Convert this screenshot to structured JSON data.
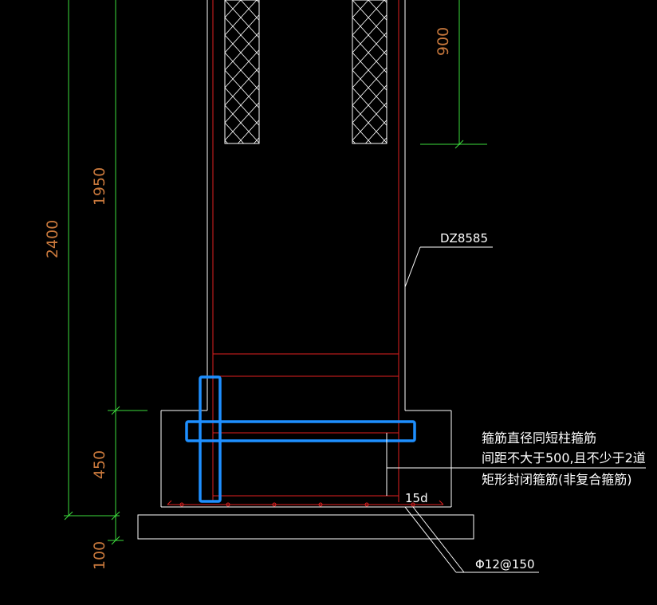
{
  "drawing": {
    "dimensions": {
      "total_height": "2400",
      "upper_height": "1950",
      "base_height": "450",
      "bottom_height": "100",
      "right_height": "900"
    },
    "labels": {
      "column_tag": "DZ8585",
      "anchor_length": "15d",
      "bottom_rebar": "Φ12@150"
    },
    "note": {
      "line1": "箍筋直径同短柱箍筋",
      "line2": "间距不大于500,且不少于2道",
      "line3": "矩形封闭箍筋(非复合箍筋)"
    }
  }
}
